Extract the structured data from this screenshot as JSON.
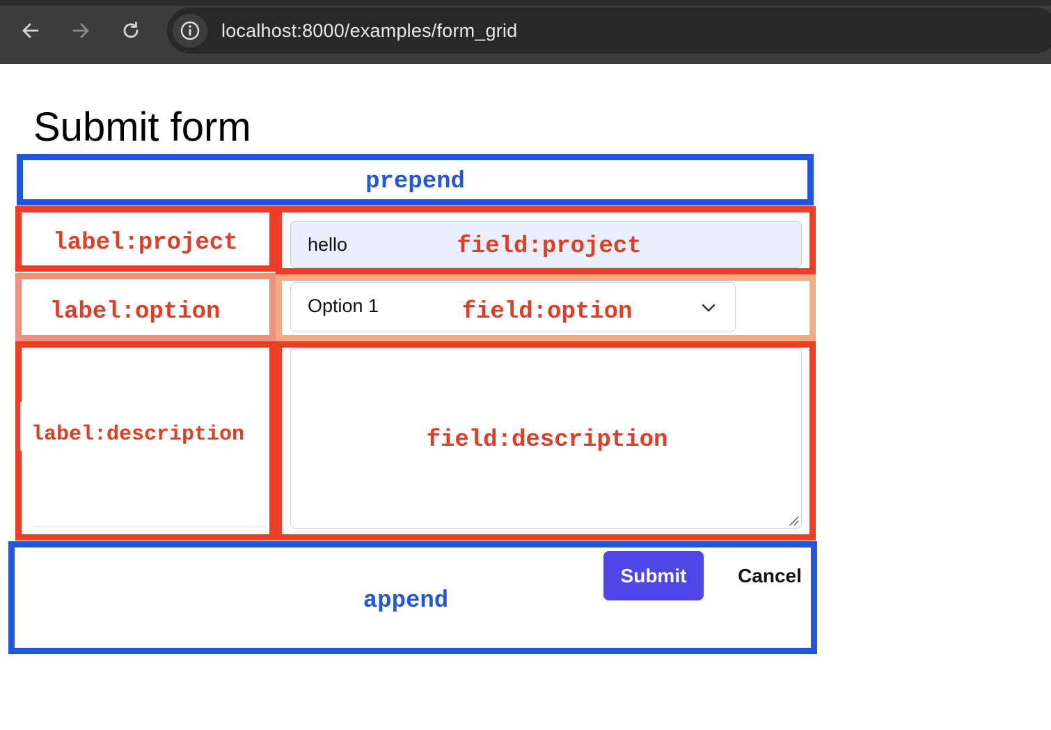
{
  "browser": {
    "url": "localhost:8000/examples/form_grid",
    "back_icon": "arrow-left-icon",
    "forward_icon": "arrow-right-icon",
    "reload_icon": "reload-icon",
    "site_info_icon": "info-icon"
  },
  "form": {
    "title": "Submit form",
    "prepend_label": "prepend",
    "append_label": "append",
    "rows": {
      "project": {
        "label_zone": "label:project",
        "field_zone": "field:project",
        "value": "hello"
      },
      "option": {
        "label_zone": "label:option",
        "field_zone": "field:option",
        "selected": "Option 1",
        "dropdown_icon": "chevron-down-icon"
      },
      "description": {
        "label_zone": "label:description",
        "field_zone": "field:description",
        "resize_icon": "resize-handle-icon"
      }
    },
    "buttons": {
      "submit": "Submit",
      "cancel": "Cancel"
    }
  },
  "colors": {
    "prepend_append_outline": "#2356d9",
    "row_outline": "#ec3f26",
    "option_label_outline": "#ee9181",
    "option_field_outline": "#f4ab84",
    "submit_button": "#4f46e5",
    "project_input_bg": "#e8f0fe"
  }
}
